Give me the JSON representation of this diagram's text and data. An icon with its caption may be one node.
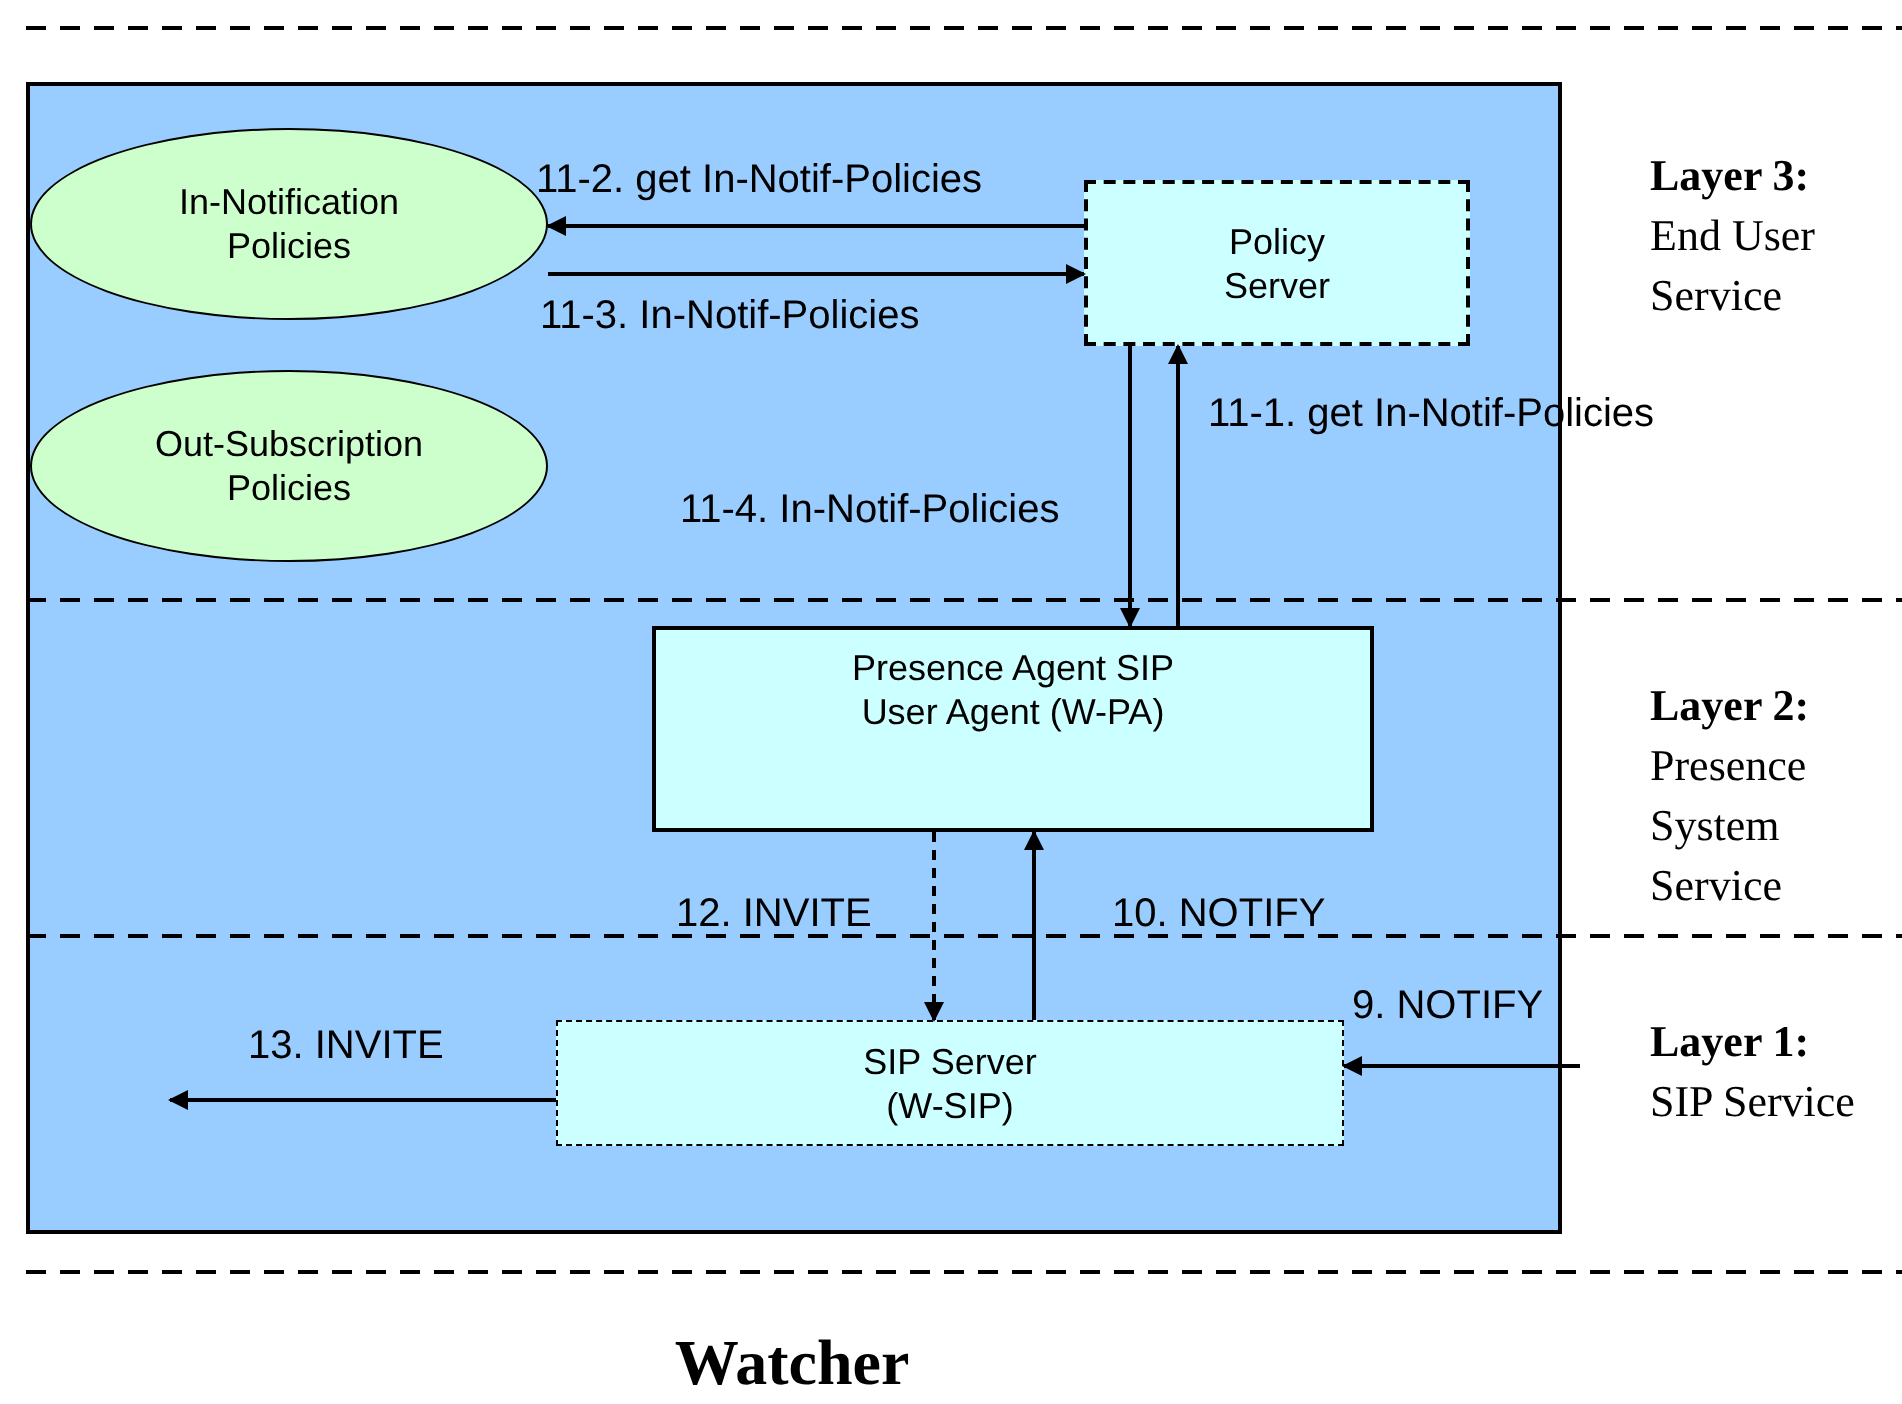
{
  "diagram": {
    "nodes": [
      {
        "text": [
          "Watcher"
        ]
      },
      {
        "text": [
          "In-Notification Policies"
        ],
        "in": 0
      },
      {
        "text": [
          "Policy Server"
        ],
        "in": 0
      },
      {
        "text": [
          "Out-Subscription Policies"
        ],
        "in": 0
      },
      {
        "text": [
          "Presence Agent SIP User Agent (W-PA)"
        ],
        "in": 0
      },
      {
        "text": [
          "SIP Server (W-SIP)"
        ],
        "in": 0
      }
    ],
    "edges": [
      {
        "from": 2,
        "to": 1,
        "arrow": "to",
        "label": "11-2. get In-Notif-Policies"
      },
      {
        "from": 1,
        "to": 2,
        "arrow": "to",
        "label": "11-3. In-Notif-Policies"
      },
      {
        "from": 4,
        "to": 2,
        "arrow": "to",
        "label": "11-1. get In-Notif-Policies"
      },
      {
        "from": 2,
        "to": 4,
        "arrow": "to",
        "label": "11-4. In-Notif-Policies"
      },
      {
        "from": 4,
        "to": 5,
        "arrow": "to",
        "label": "12. INVITE",
        "style": "dashed"
      },
      {
        "from": 5,
        "to": 4,
        "arrow": "to",
        "label": "10. NOTIFY"
      },
      {
        "from": null,
        "to": 5,
        "arrow": "to",
        "label": "9. NOTIFY"
      },
      {
        "from": 5,
        "to": null,
        "arrow": "to",
        "label": "13. INVITE"
      }
    ],
    "labels": [
      "**Layer 3:** End User Service",
      "**Layer 2:** Presence System Service",
      "**Layer 1:** SIP Service"
    ]
  }
}
